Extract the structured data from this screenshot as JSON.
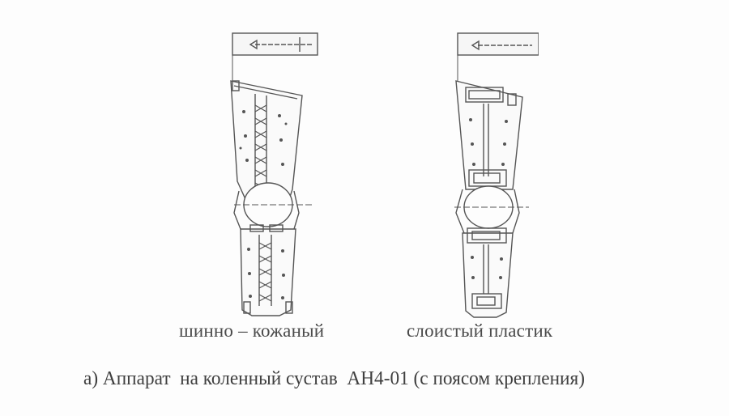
{
  "document": {
    "figures": [
      {
        "id": "left",
        "caption": "шинно – кожаный",
        "description": "Knee orthosis drawing with splint-leather construction: top strap, thigh sleeve with central lacing, knee hinge disc, lower-leg sleeve with central lacing"
      },
      {
        "id": "right",
        "caption": "слоистый пластик",
        "description": "Knee orthosis drawing with laminated plastic construction: top strap, thigh shell with parallel bars and buckles, knee hinge disc, lower-leg shell with parallel bars"
      }
    ],
    "title": "а) Аппарат  на коленный сустав  АН4-01 (с поясом крепления)"
  },
  "colors": {
    "paper": "#fdfdfd",
    "ink": "#4a4a4a"
  }
}
